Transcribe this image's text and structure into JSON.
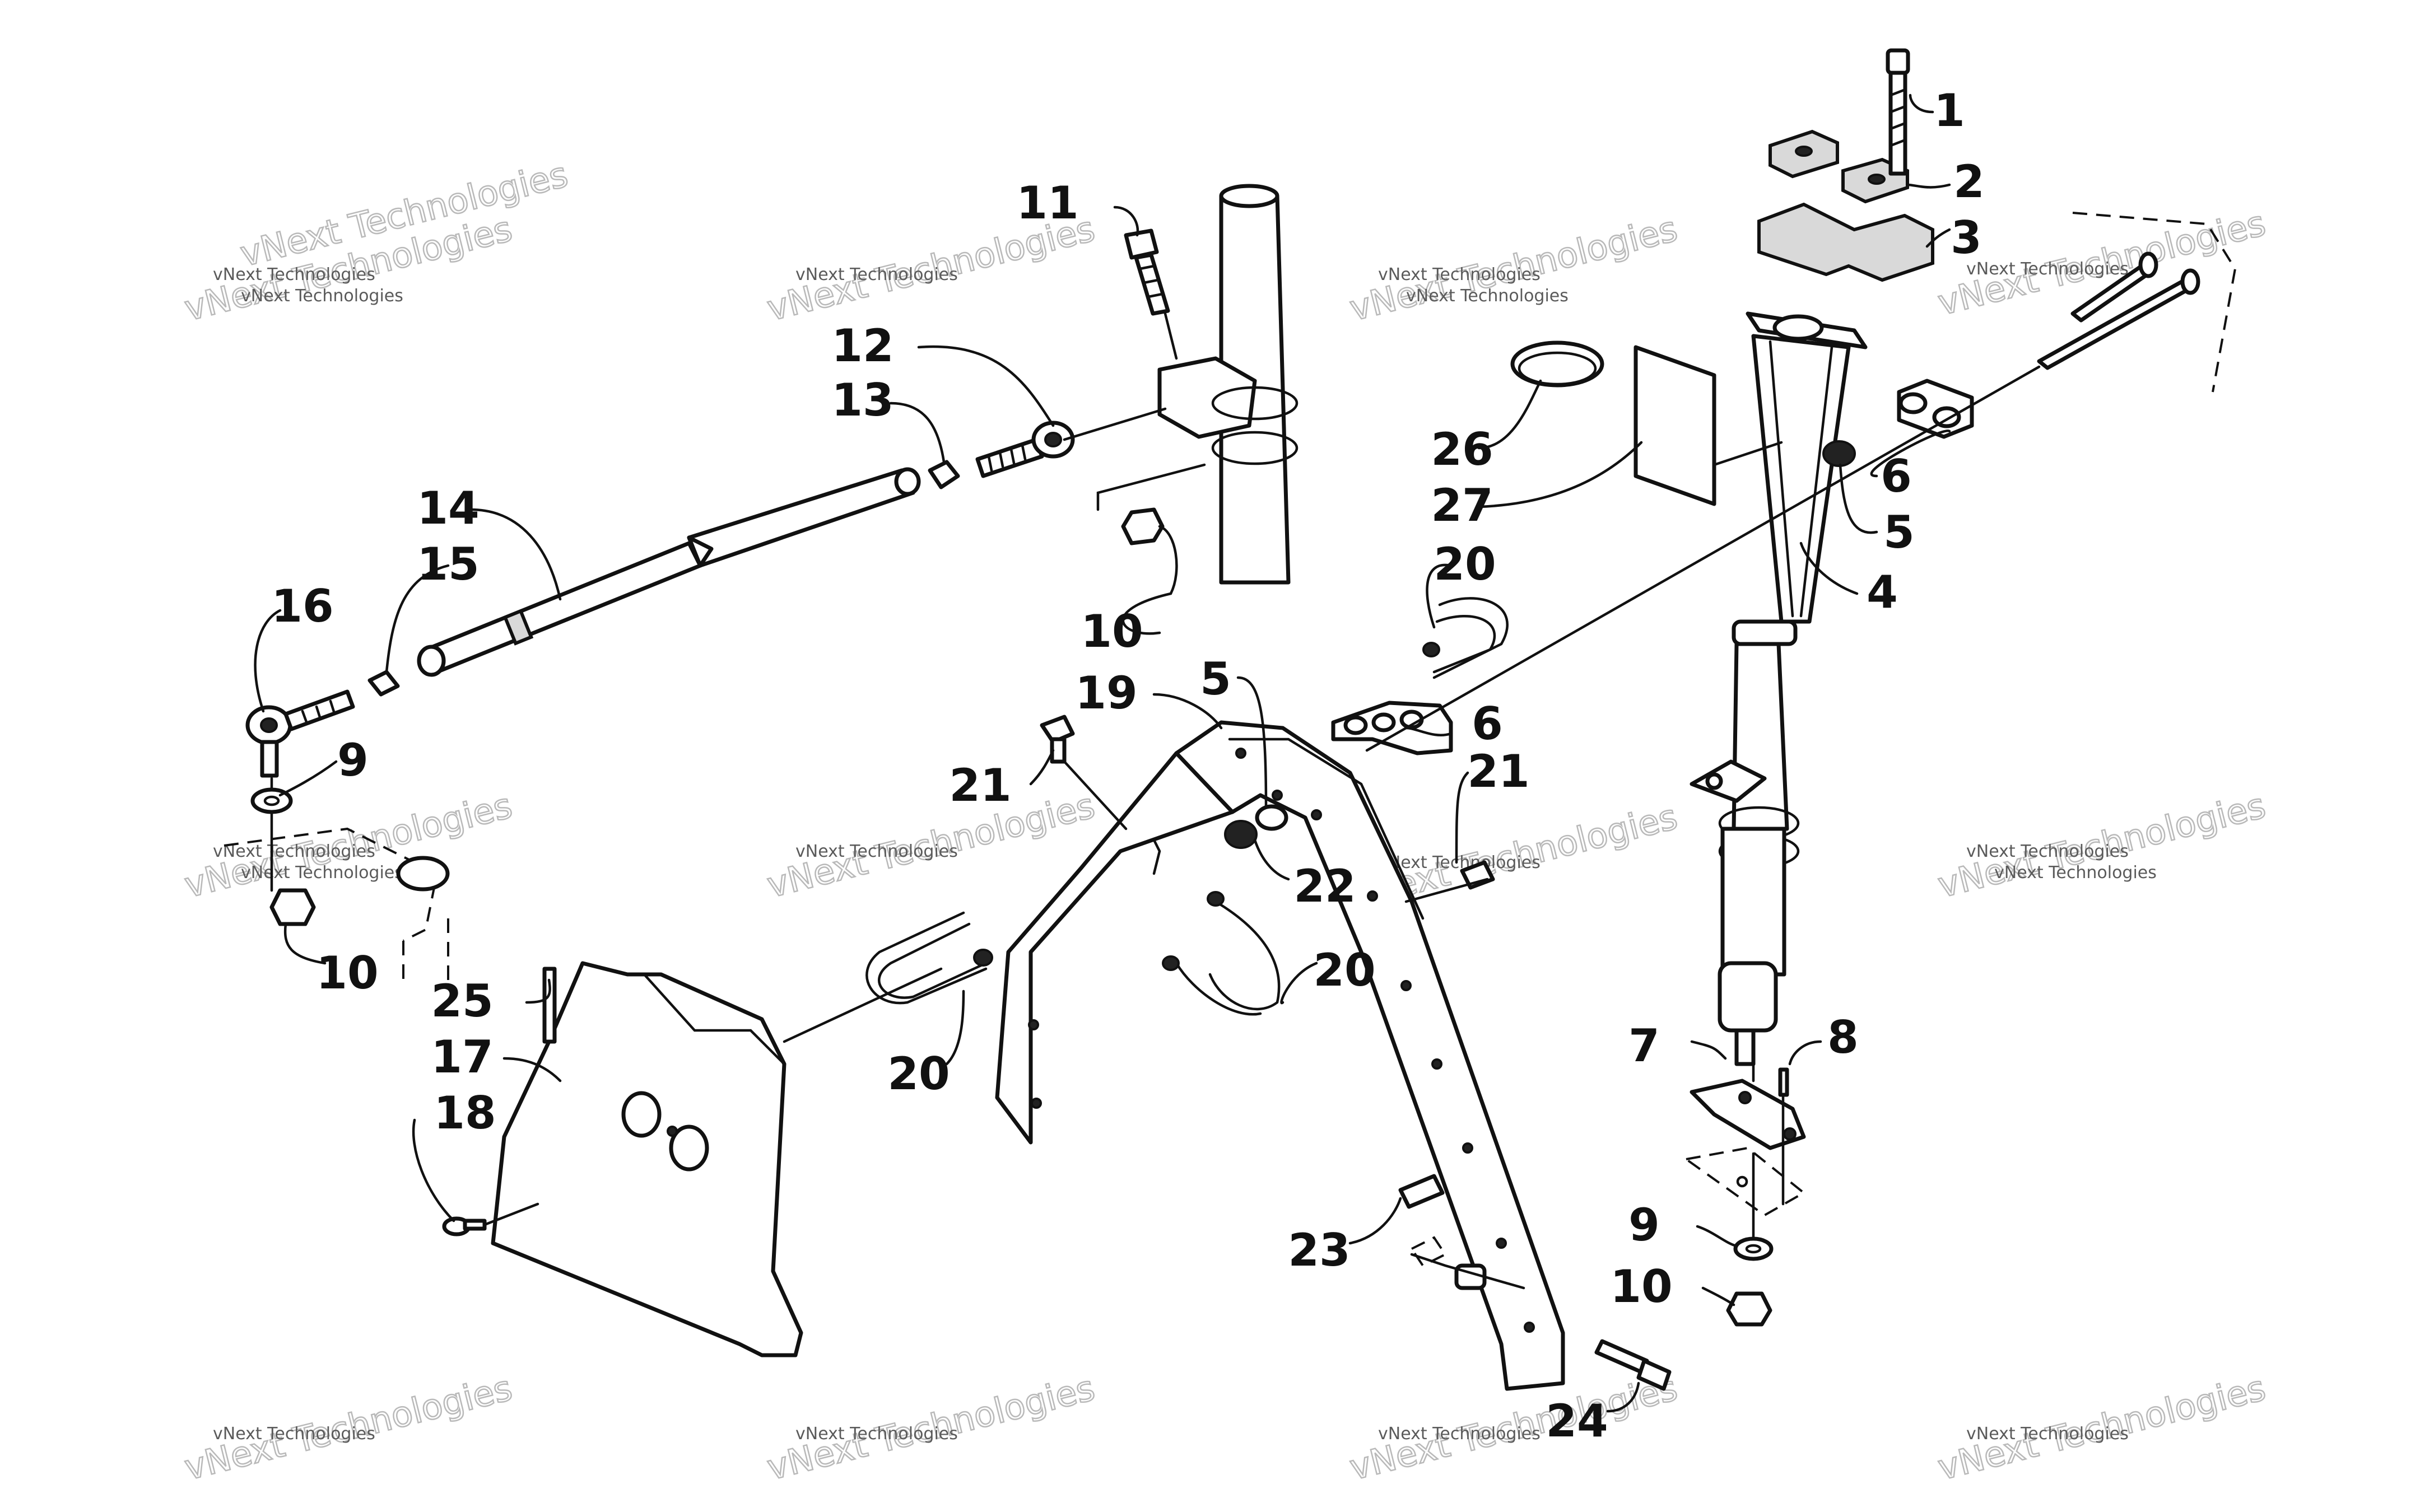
{
  "watermark": {
    "text": "vNext Technologies"
  },
  "callouts": [
    {
      "id": "c1",
      "number": "1"
    },
    {
      "id": "c2",
      "number": "2"
    },
    {
      "id": "c3",
      "number": "3"
    },
    {
      "id": "c4",
      "number": "4"
    },
    {
      "id": "c5a",
      "number": "5"
    },
    {
      "id": "c5b",
      "number": "5"
    },
    {
      "id": "c6a",
      "number": "6"
    },
    {
      "id": "c6b",
      "number": "6"
    },
    {
      "id": "c7",
      "number": "7"
    },
    {
      "id": "c8",
      "number": "8"
    },
    {
      "id": "c9a",
      "number": "9"
    },
    {
      "id": "c9b",
      "number": "9"
    },
    {
      "id": "c10a",
      "number": "10"
    },
    {
      "id": "c10b",
      "number": "10"
    },
    {
      "id": "c10c",
      "number": "10"
    },
    {
      "id": "c11",
      "number": "11"
    },
    {
      "id": "c12",
      "number": "12"
    },
    {
      "id": "c13",
      "number": "13"
    },
    {
      "id": "c14",
      "number": "14"
    },
    {
      "id": "c15",
      "number": "15"
    },
    {
      "id": "c16",
      "number": "16"
    },
    {
      "id": "c17",
      "number": "17"
    },
    {
      "id": "c18",
      "number": "18"
    },
    {
      "id": "c19",
      "number": "19"
    },
    {
      "id": "c20a",
      "number": "20"
    },
    {
      "id": "c20b",
      "number": "20"
    },
    {
      "id": "c20c",
      "number": "20"
    },
    {
      "id": "c21a",
      "number": "21"
    },
    {
      "id": "c21b",
      "number": "21"
    },
    {
      "id": "c22",
      "number": "22"
    },
    {
      "id": "c23",
      "number": "23"
    },
    {
      "id": "c24",
      "number": "24"
    },
    {
      "id": "c25",
      "number": "25"
    },
    {
      "id": "c26",
      "number": "26"
    },
    {
      "id": "c27",
      "number": "27"
    }
  ]
}
